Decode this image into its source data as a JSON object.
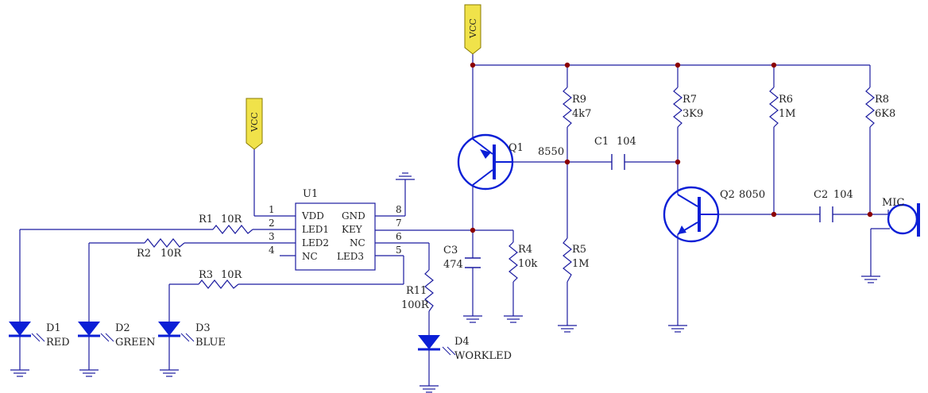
{
  "supplies": {
    "vcc_left": "VCC",
    "vcc_top": "VCC"
  },
  "u1": {
    "ref": "U1",
    "pins_left": [
      {
        "num": "1",
        "name": "VDD"
      },
      {
        "num": "2",
        "name": "LED1"
      },
      {
        "num": "3",
        "name": "LED2"
      },
      {
        "num": "4",
        "name": "NC"
      }
    ],
    "pins_right": [
      {
        "num": "8",
        "name": "GND"
      },
      {
        "num": "7",
        "name": "KEY"
      },
      {
        "num": "6",
        "name": "NC"
      },
      {
        "num": "5",
        "name": "LED3"
      }
    ]
  },
  "resistors": {
    "r1": {
      "ref": "R1",
      "value": "10R"
    },
    "r2": {
      "ref": "R2",
      "value": "10R"
    },
    "r3": {
      "ref": "R3",
      "value": "10R"
    },
    "r4": {
      "ref": "R4",
      "value": "10k"
    },
    "r5": {
      "ref": "R5",
      "value": "1M"
    },
    "r6": {
      "ref": "R6",
      "value": "1M"
    },
    "r7": {
      "ref": "R7",
      "value": "3K9"
    },
    "r8": {
      "ref": "R8",
      "value": "6K8"
    },
    "r9": {
      "ref": "R9",
      "value": "4k7"
    },
    "r11": {
      "ref": "R11",
      "value": "100R"
    }
  },
  "capacitors": {
    "c1": {
      "ref": "C1",
      "value": "104"
    },
    "c2": {
      "ref": "C2",
      "value": "104"
    },
    "c3": {
      "ref": "C3",
      "value": "474"
    }
  },
  "transistors": {
    "q1": {
      "ref": "Q1",
      "value": "8550"
    },
    "q2": {
      "ref": "Q2",
      "value": "8050"
    }
  },
  "leds": {
    "d1": {
      "ref": "D1",
      "label": "RED"
    },
    "d2": {
      "ref": "D2",
      "label": "GREEN"
    },
    "d3": {
      "ref": "D3",
      "label": "BLUE"
    },
    "d4": {
      "ref": "D4",
      "label": "WORKLED"
    }
  },
  "mic": {
    "label": "MIC"
  },
  "colors": {
    "wire": "#1c1ca0",
    "symbol": "#1c1ca0",
    "junction": "#8b0000",
    "device": "#0b1fd6",
    "vcc_fill": "#f0e24a",
    "text": "#1f1f1f"
  }
}
